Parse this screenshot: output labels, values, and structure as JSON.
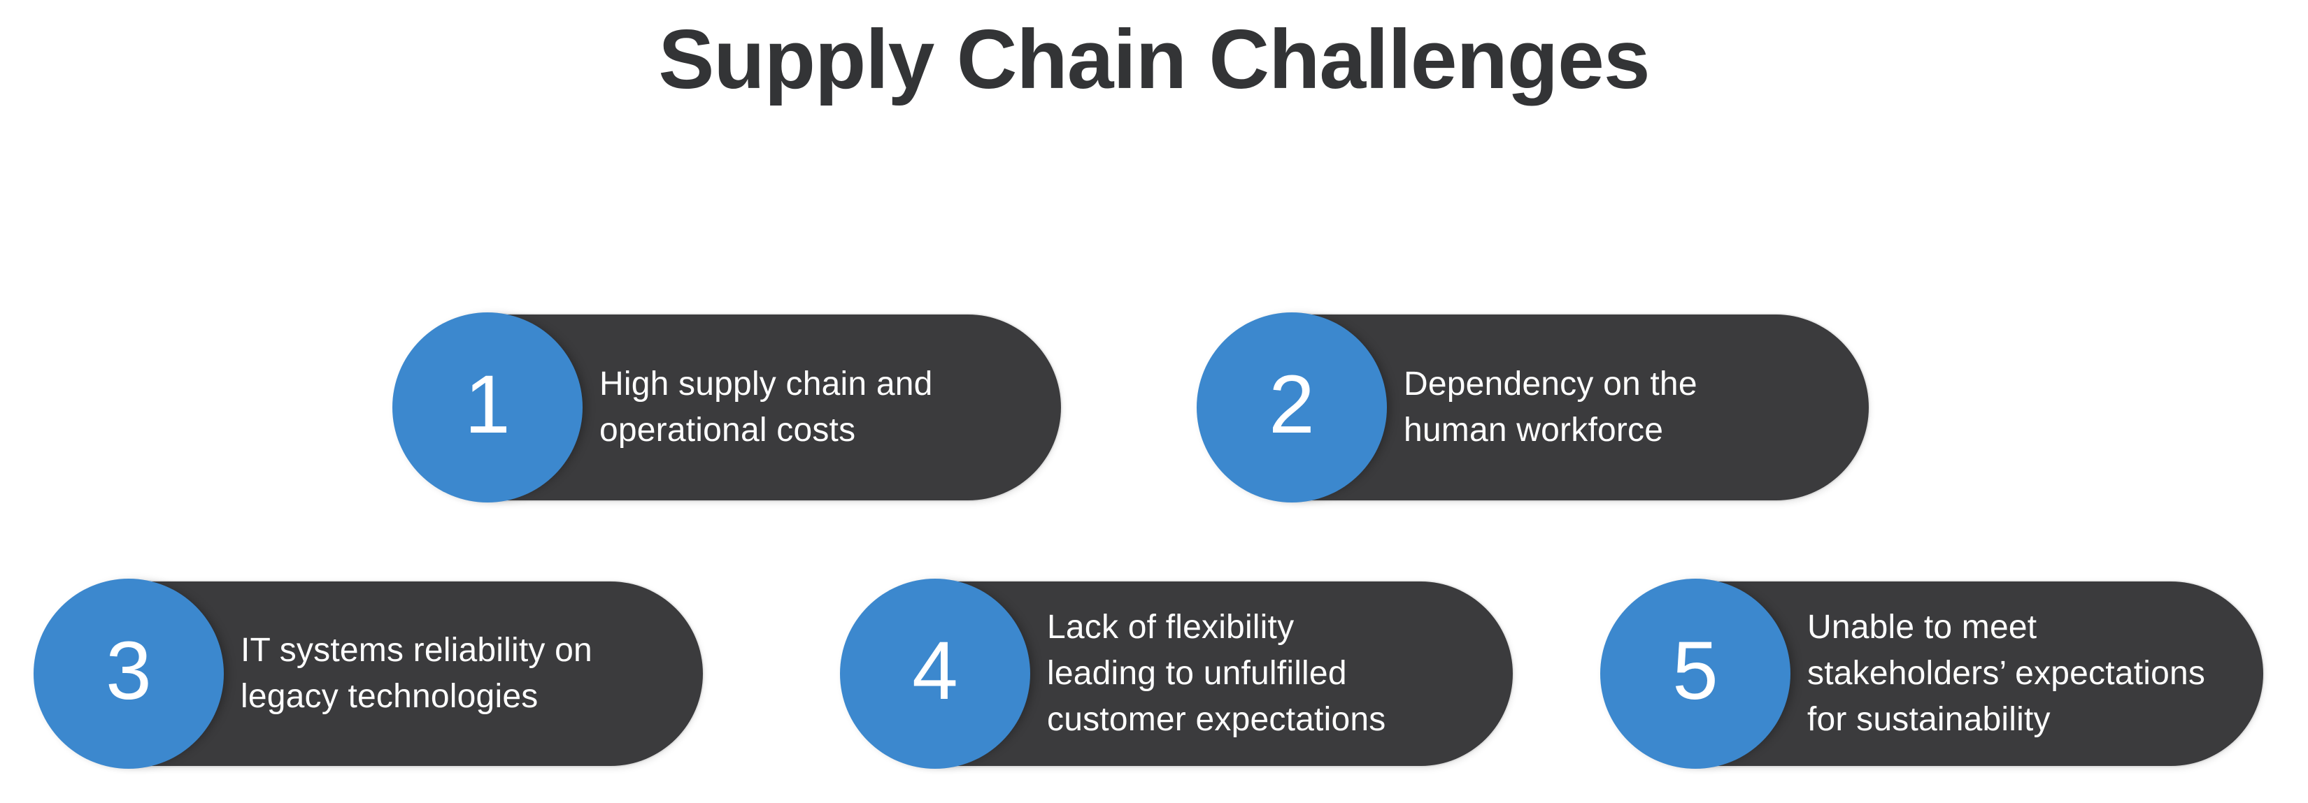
{
  "title": "Supply Chain Challenges",
  "colors": {
    "accent_blue": "#3c88ce",
    "pill_dark": "#3b3b3d",
    "title_text": "#333436",
    "pill_text": "#ffffff"
  },
  "challenges": [
    {
      "number": "1",
      "text": "High supply chain and\noperational costs"
    },
    {
      "number": "2",
      "text": "Dependency on the\nhuman workforce"
    },
    {
      "number": "3",
      "text": "IT systems reliability on\nlegacy technologies"
    },
    {
      "number": "4",
      "text": "Lack of flexibility\nleading to unfulfilled\ncustomer expectations"
    },
    {
      "number": "5",
      "text": "Unable to meet\nstakeholders’ expectations\nfor sustainability"
    }
  ]
}
